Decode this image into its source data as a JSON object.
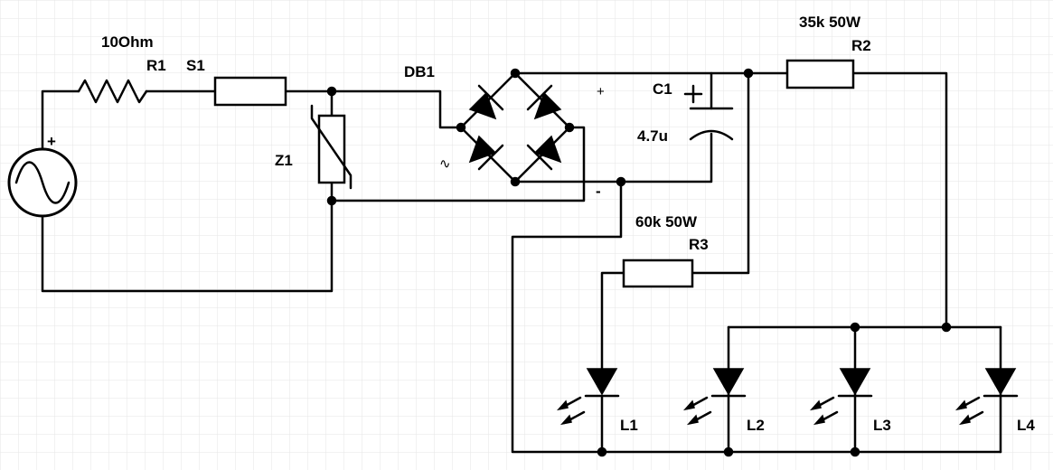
{
  "labels": {
    "r1_value": "10Ohm",
    "r1": "R1",
    "s1": "S1",
    "z1": "Z1",
    "db1": "DB1",
    "c1": "C1",
    "c1_value": "4.7u",
    "r2_value": "35k 50W",
    "r2": "R2",
    "r3_value": "60k 50W",
    "r3": "R3",
    "l1": "L1",
    "l2": "L2",
    "l3": "L3",
    "l4": "L4"
  },
  "symbols": {
    "source_plus": "+",
    "c1_plus": "+",
    "bridge_plus": "+",
    "bridge_minus": "-",
    "ac_mark": "∿"
  },
  "icons": {
    "ac_source": "ac-source-icon",
    "resistor": "resistor-icon",
    "fuse": "fuse-icon",
    "varistor": "varistor-icon",
    "bridge_rectifier": "bridge-rectifier-icon",
    "capacitor": "electrolytic-capacitor-icon",
    "led": "led-icon"
  },
  "colors": {
    "wire": "#000000",
    "grid": "#e6e6e6",
    "background": "#ffffff"
  }
}
